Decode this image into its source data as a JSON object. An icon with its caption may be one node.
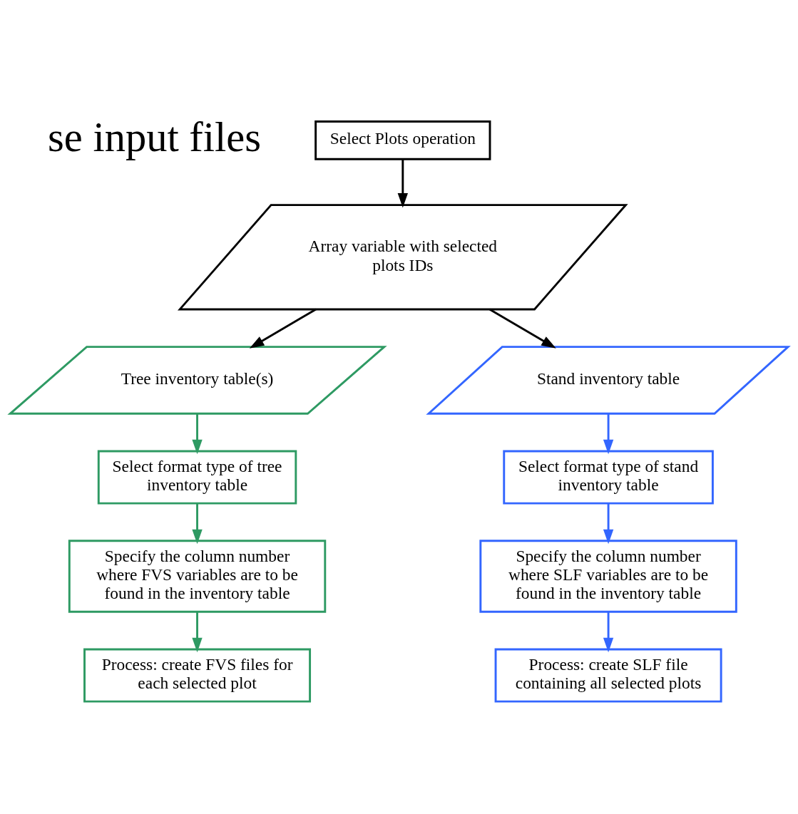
{
  "diagram": {
    "nodes": [
      {
        "text": [
          "Select Plots operation"
        ]
      },
      {
        "text": [
          "Array variable with selected plots IDs"
        ]
      },
      {
        "text": [
          "Tree inventory table(s)"
        ]
      },
      {
        "text": [
          "Stand inventory table"
        ]
      },
      {
        "text": [
          "Select format type of tree inventory table"
        ]
      },
      {
        "text": [
          "Select format type of stand inventory table"
        ]
      },
      {
        "text": [
          "Specify the column number where FVS variables are to be found in the inventory table"
        ]
      },
      {
        "text": [
          "Specify the column number where SLF variables are to be found in the inventory table"
        ]
      },
      {
        "text": [
          "Process: create FVS files for each selected plot"
        ]
      },
      {
        "text": [
          "Process: create SLF file containing all selected plots"
        ]
      }
    ],
    "edges": [
      {
        "from": 0,
        "to": 1,
        "arrow": "to"
      },
      {
        "from": 1,
        "to": 2,
        "arrow": "to"
      },
      {
        "from": 1,
        "to": 3,
        "arrow": "to"
      },
      {
        "from": 2,
        "to": 4,
        "arrow": "to",
        "color": "#2e9a63"
      },
      {
        "from": 4,
        "to": 6,
        "arrow": "to",
        "color": "#2e9a63"
      },
      {
        "from": 6,
        "to": 8,
        "arrow": "to",
        "color": "#2e9a63"
      },
      {
        "from": 3,
        "to": 5,
        "arrow": "to",
        "color": "#3366ff"
      },
      {
        "from": 5,
        "to": 7,
        "arrow": "to",
        "color": "#3366ff"
      },
      {
        "from": 7,
        "to": 9,
        "arrow": "to",
        "color": "#3366ff"
      }
    ],
    "labels": [
      "se input files"
    ]
  }
}
